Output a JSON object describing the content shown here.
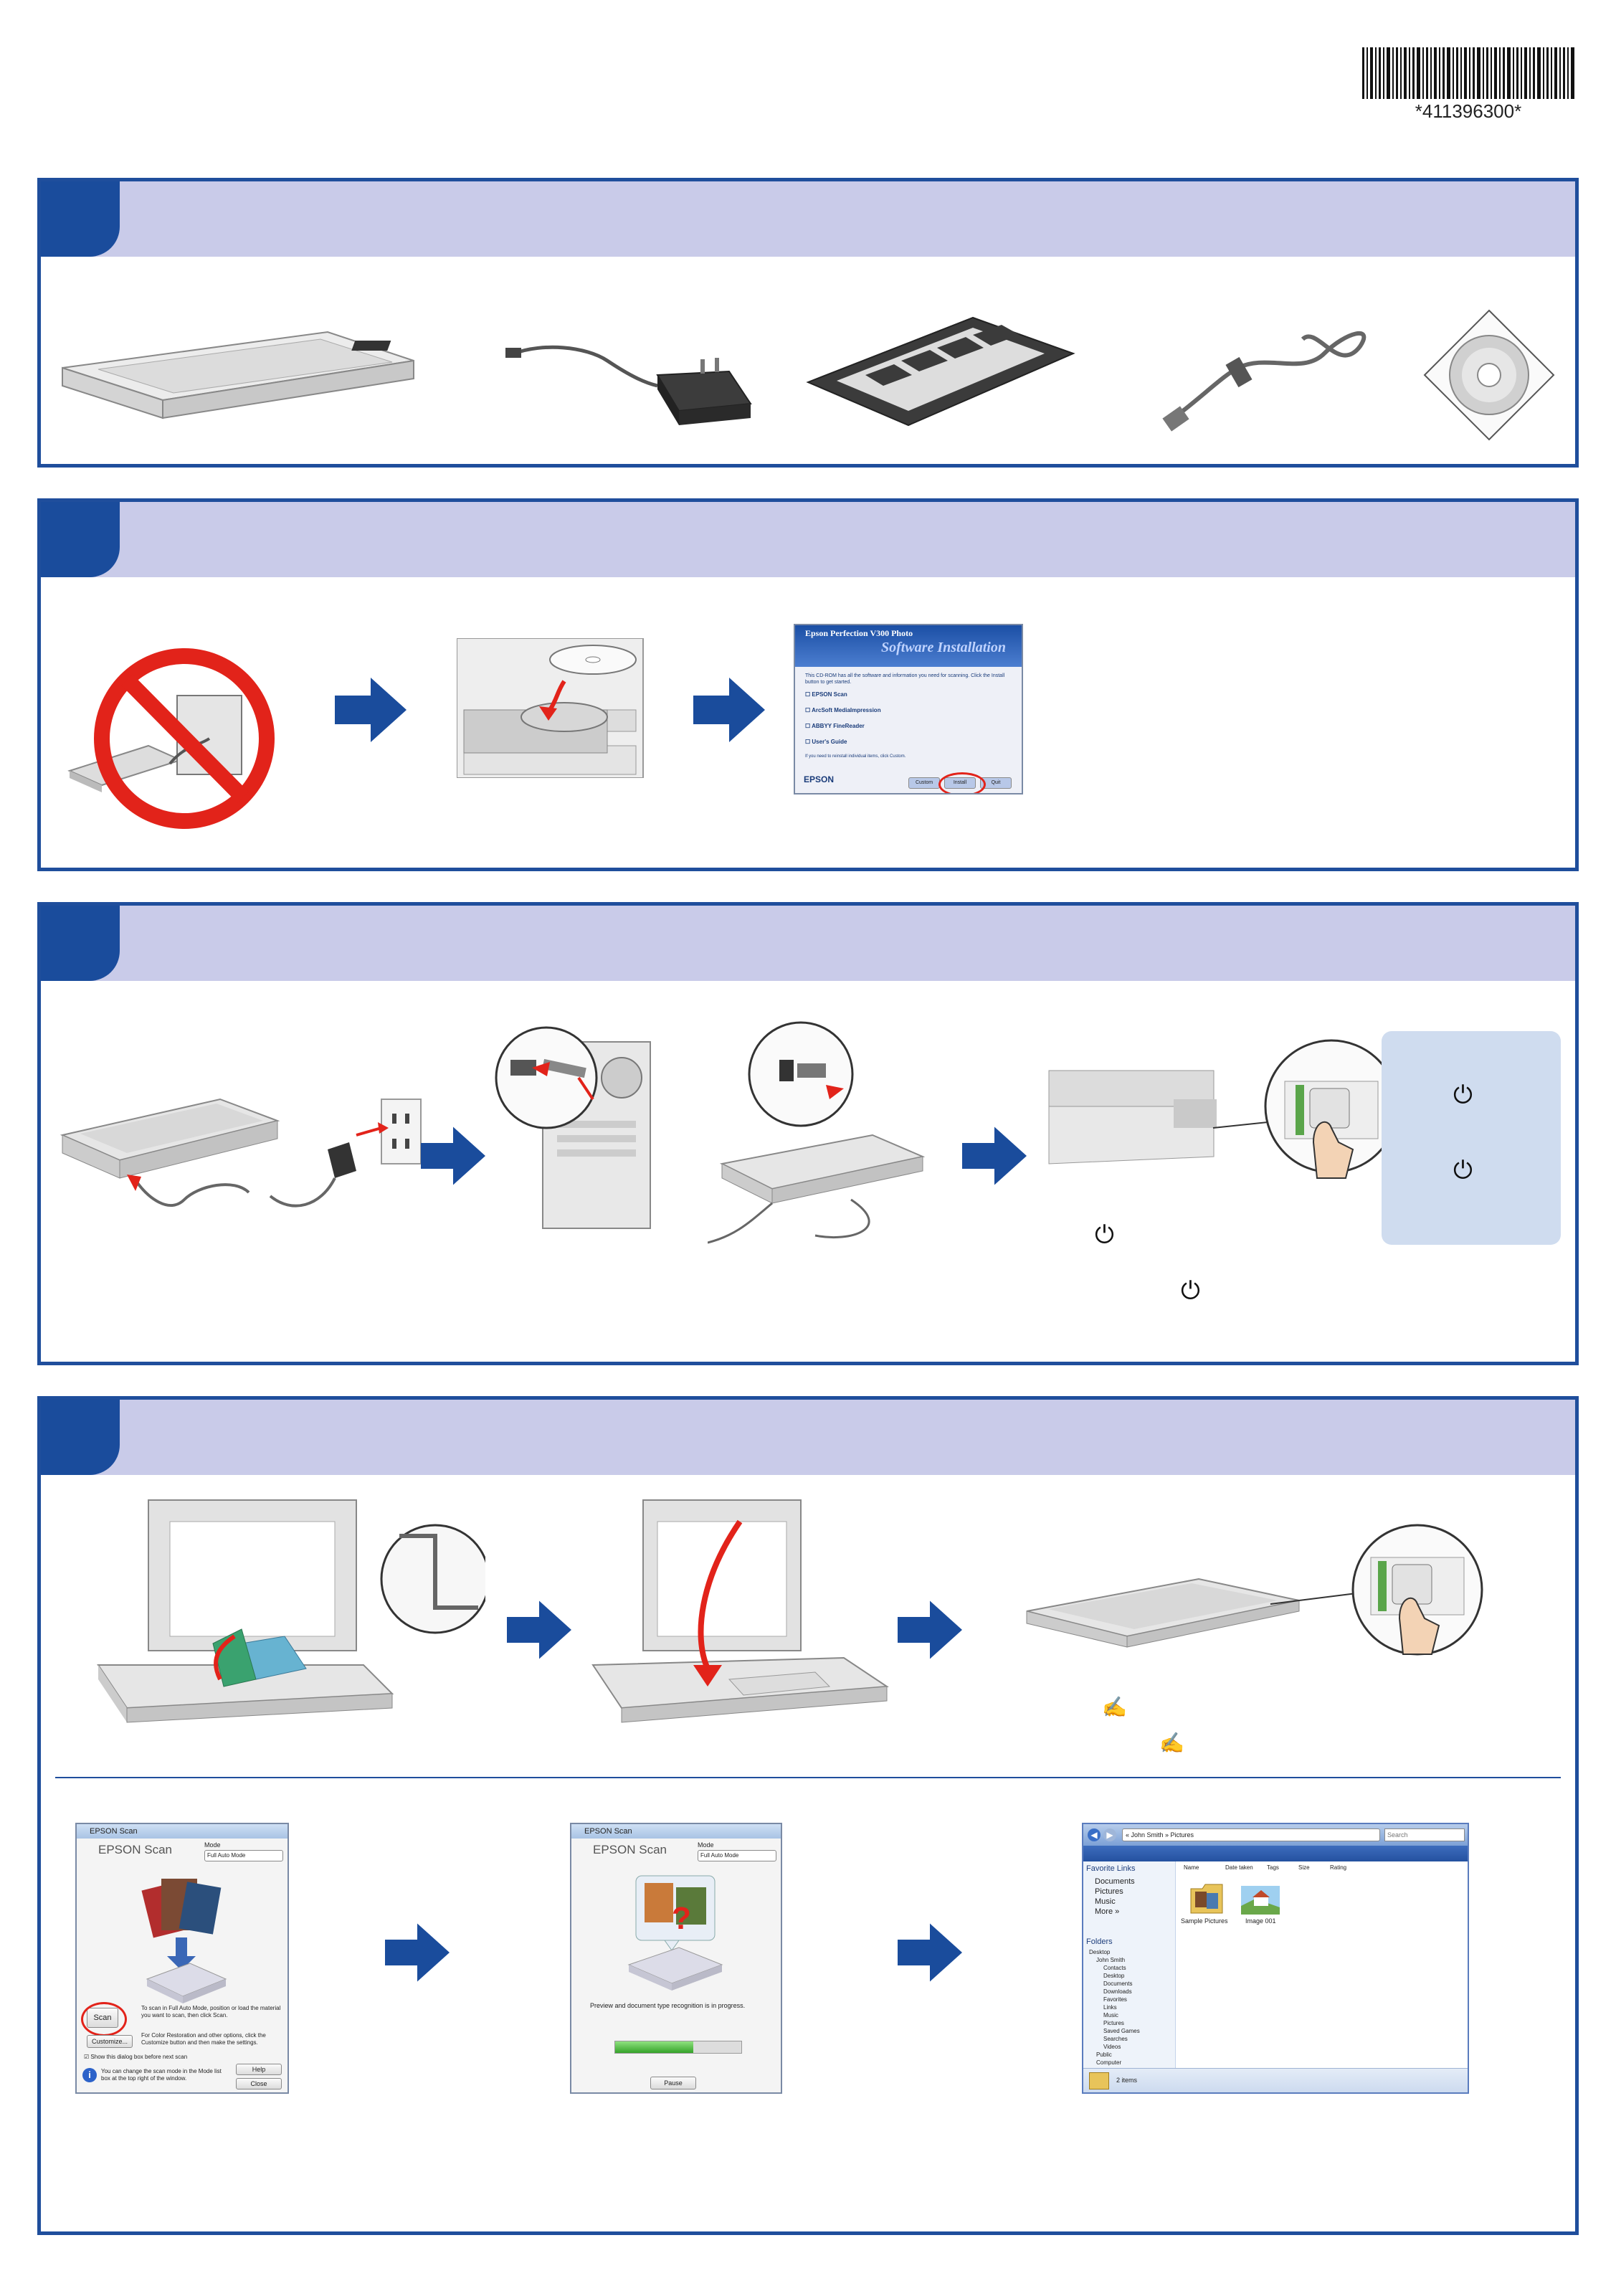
{
  "barcode": {
    "number": "*411396300*"
  },
  "power_symbol": "⏻",
  "scan_symbol": "✍",
  "section2": {
    "installer": {
      "product": "Epson Perfection V300 Photo",
      "heading": "Software Installation",
      "intro": "This CD-ROM has all the software and information you need for scanning. Click the Install button to get started.",
      "items": [
        "EPSON Scan",
        "ArcSoft MediaImpression",
        "ABBYY FineReader",
        "User's Guide"
      ],
      "note": "If you need to reinstall individual items, click Custom.",
      "brand": "EPSON",
      "buttons": {
        "custom": "Custom",
        "install": "Install",
        "quit": "Quit"
      }
    }
  },
  "section4": {
    "epson_scan_window": {
      "title": "EPSON Scan",
      "logo": "EPSON Scan",
      "mode_label": "Mode",
      "mode_value": "Full Auto Mode",
      "scan_button": "Scan",
      "scan_text": "To scan in Full Auto Mode, position or load the material you want to scan, then click Scan.",
      "customize_button": "Customize...",
      "customize_text": "For Color Restoration and other options, click the Customize button and then make the settings.",
      "checkbox_label": "Show this dialog box before next scan",
      "info_text": "You can change the scan mode in the Mode list box at the top right of the window.",
      "help_button": "Help",
      "close_button": "Close"
    },
    "progress_window": {
      "title": "EPSON Scan",
      "logo": "EPSON Scan",
      "mode_label": "Mode",
      "mode_value": "Full Auto Mode",
      "status": "Preview and document type recognition is in progress.",
      "progress": 0.62,
      "pause_button": "Pause"
    },
    "explorer_window": {
      "breadcrumb": "« John Smith » Pictures",
      "search_placeholder": "Search",
      "favorite_links_label": "Favorite Links",
      "favorite_links": [
        "Documents",
        "Pictures",
        "Music",
        "More »"
      ],
      "folders_label": "Folders",
      "columns": [
        "Name",
        "Date taken",
        "Tags",
        "Size",
        "Rating"
      ],
      "tree": [
        "Desktop",
        "John Smith",
        "Contacts",
        "Desktop",
        "Documents",
        "Downloads",
        "Favorites",
        "Links",
        "Music",
        "Pictures",
        "Saved Games",
        "Searches",
        "Videos",
        "Public",
        "Computer"
      ],
      "files": [
        "Sample Pictures",
        "Image 001"
      ],
      "status": "2 items"
    }
  }
}
